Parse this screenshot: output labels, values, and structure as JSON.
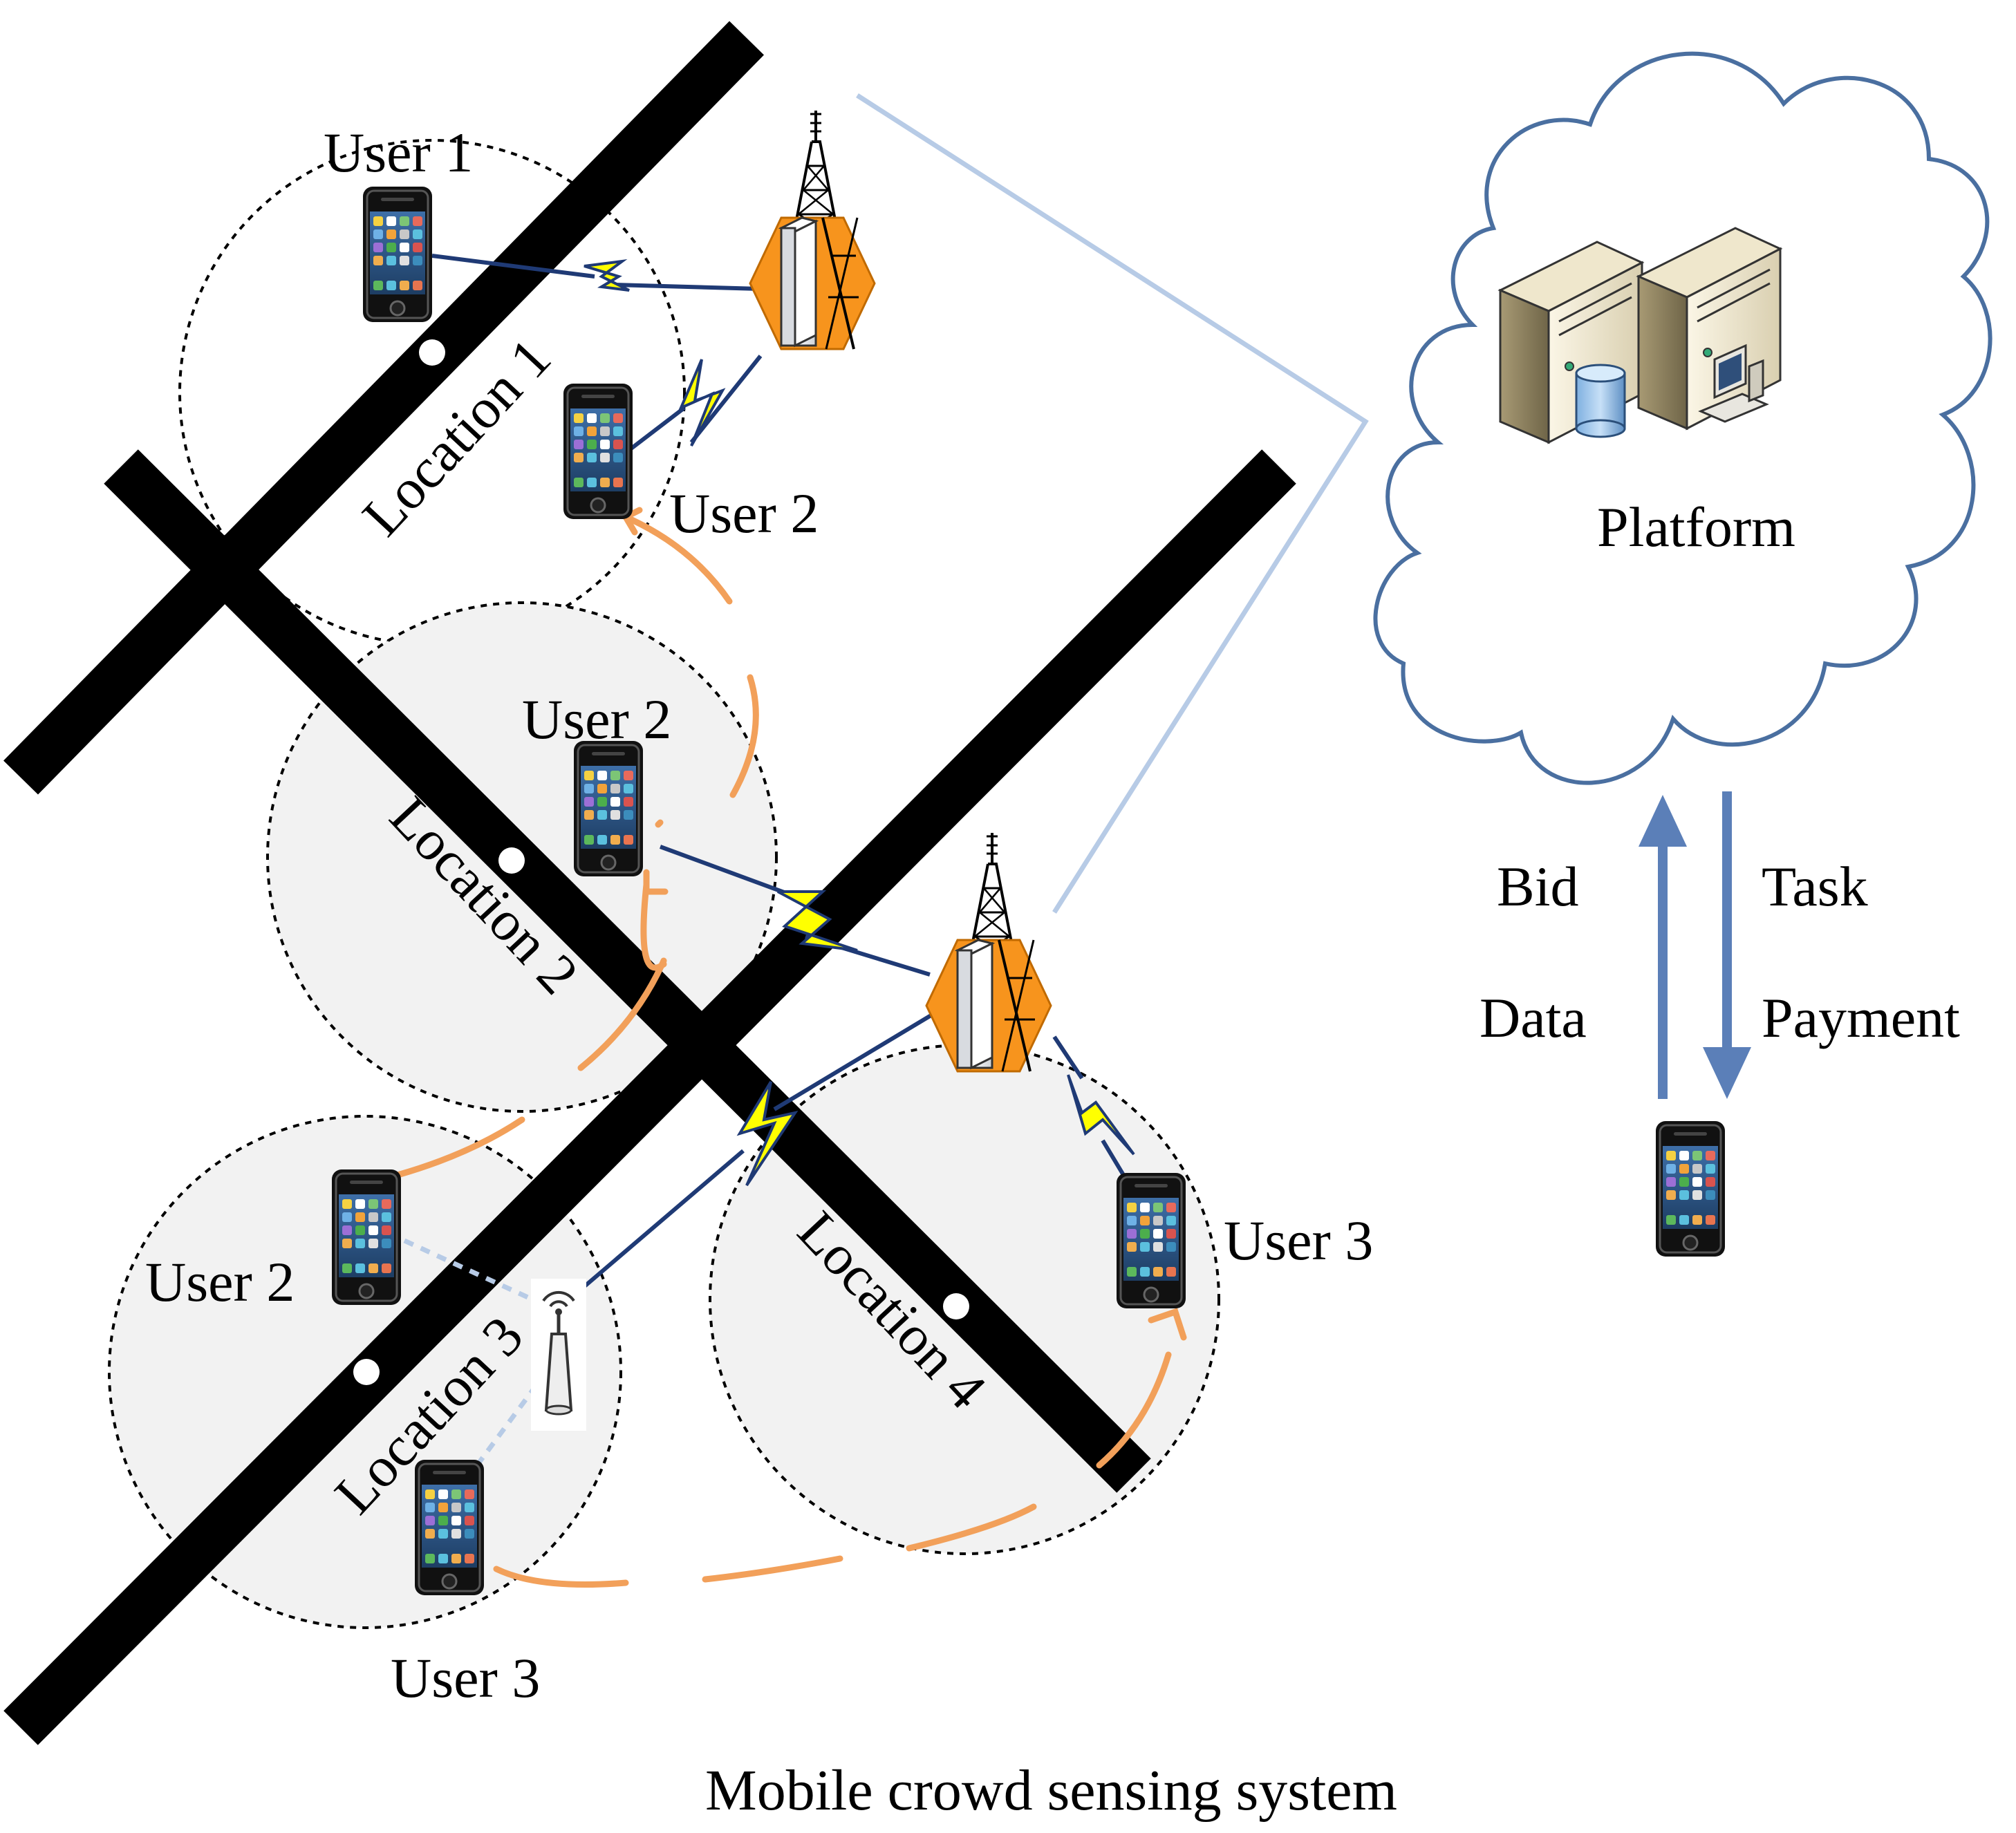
{
  "labels": {
    "user1": "User 1",
    "user2_loc1": "User 2",
    "user2_loc2": "User 2",
    "user2_loc3": "User 2",
    "user3_loc4": "User 3",
    "user3_loc3": "User 3",
    "location1": "Location 1",
    "location2": "Location 2",
    "location3": "Location 3",
    "location4": "Location 4",
    "platform": "Platform",
    "bid": "Bid",
    "data": "Data",
    "task": "Task",
    "payment": "Payment",
    "caption": "Mobile crowd sensing system"
  },
  "colors": {
    "road": "#000000",
    "trajectory": "#f2a05a",
    "link": "#1f3a75",
    "lightning": "#ffff00",
    "cloud_stroke": "#4a6fa0",
    "arrow": "#5b7fb8",
    "platform_line": "#b7cbe6",
    "tower_hex": "#f7941d",
    "location_fill": "#f2f2f2"
  },
  "icons": [
    "phone-icon",
    "cell-tower-icon",
    "wifi-access-point-icon",
    "server-icon",
    "database-icon",
    "computer-icon",
    "cloud-icon",
    "lightning-icon"
  ]
}
